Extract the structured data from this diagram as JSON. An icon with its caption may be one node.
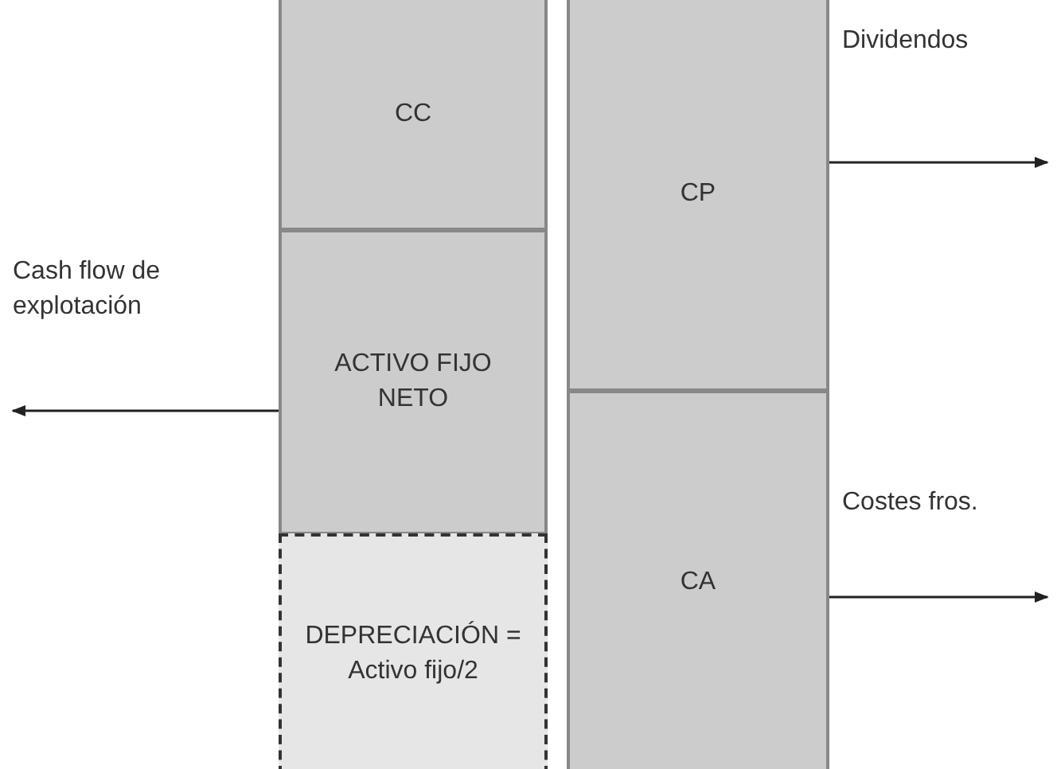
{
  "diagram": {
    "nodes": [
      {
        "text": [
          "CC"
        ]
      },
      {
        "text": [
          "ACTIVO FIJO NETO"
        ]
      },
      {
        "text": [
          "DEPRECIACIÓN = Activo fijo/2"
        ]
      },
      {
        "text": [
          "CP"
        ]
      },
      {
        "text": [
          "CA"
        ]
      }
    ],
    "edges": [
      {
        "from": 1,
        "to": null,
        "arrow": "to",
        "label": "Cash flow de explotación"
      },
      {
        "from": 3,
        "to": null,
        "arrow": "to",
        "label": "Dividendos"
      },
      {
        "from": 4,
        "to": null,
        "arrow": "to",
        "label": "Costes fros."
      }
    ]
  }
}
